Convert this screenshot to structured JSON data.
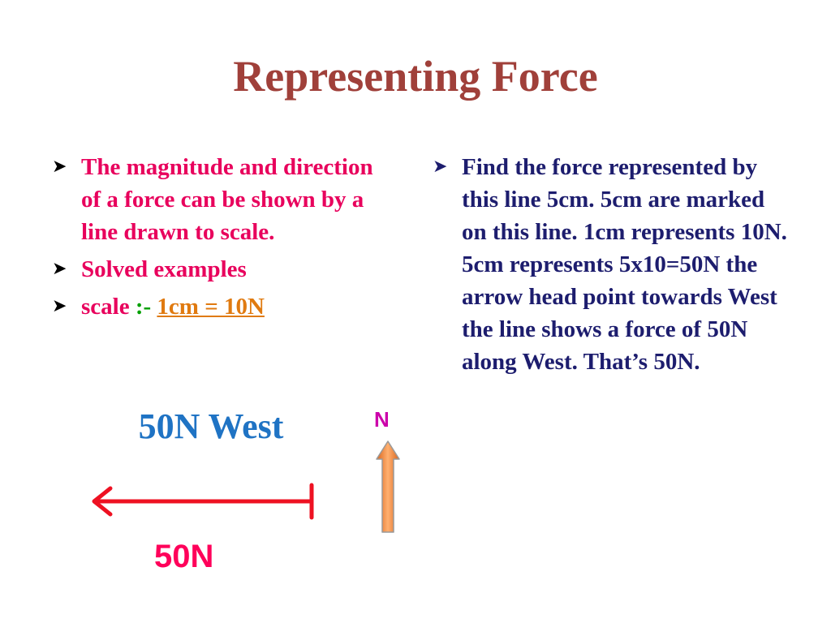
{
  "slide": {
    "title": "Representing Force",
    "left_column": {
      "bullets": [
        "The magnitude and direction of a force can be shown by a line drawn to scale.",
        "Solved examples"
      ],
      "scale": {
        "label": "scale ",
        "separator": ":- ",
        "value": "1cm = 10N"
      }
    },
    "right_column": {
      "bullets": [
        "Find the force represented by this line 5cm. 5cm are marked on this line. 1cm represents 10N. 5cm represents 5x10=50N the arrow head point towards West the line shows a force of 50N along West. That’s 50N."
      ]
    },
    "force_label": "50N West",
    "north_label": "N",
    "bottom_label": "50N"
  },
  "icons": {
    "bullet": "arrow-bullet-icon",
    "force_arrow": "west-arrow-icon",
    "north_arrow": "north-arrow-icon"
  },
  "colors": {
    "title": "#a0403a",
    "left_text": "#e8005c",
    "right_text": "#1d1d6e",
    "separator": "#00a000",
    "scale_value": "#e07a10",
    "force_label": "#1f73c4",
    "north_label": "#cc00aa",
    "bottom_label": "#ff005a",
    "force_arrow": "#ee1122",
    "north_arrow": "#f08a30"
  }
}
